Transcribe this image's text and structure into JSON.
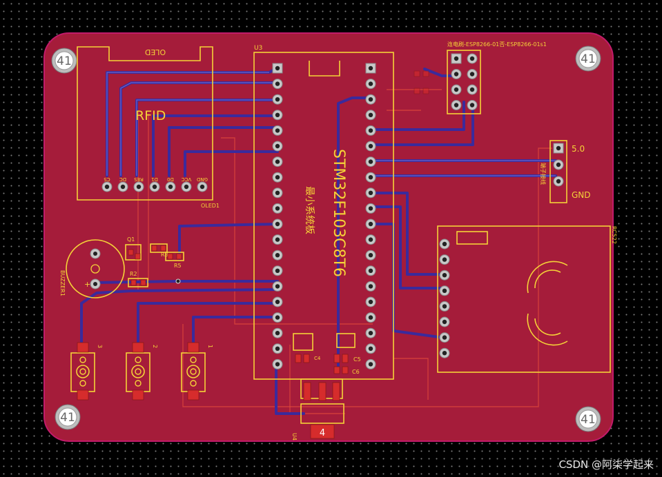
{
  "board": {
    "outline_color": "#c21a6a",
    "copper_color": "#a51c3a",
    "silk_color": "#f5d338",
    "mount_hole_label": "41"
  },
  "oled": {
    "label_top": "OLED",
    "label_bottom": "OLED1",
    "rfid_text": "RFID",
    "pins": [
      "CS",
      "DC",
      "RES",
      "D1",
      "D0",
      "VCC",
      "GND"
    ]
  },
  "mcu": {
    "designator": "U3",
    "chip_name": "STM32F103C8T6",
    "subtitle": "最小系统板"
  },
  "esp": {
    "title": "连电刷-ESP8266-01否-ESP8266-01s1"
  },
  "power": {
    "v_label": "5.0",
    "gnd_label": "GND",
    "note": "端子接线"
  },
  "rc522": {
    "label": "RC522"
  },
  "buzzer": {
    "label": "BUZZER1",
    "plus": "+"
  },
  "parts": {
    "q1": "Q1",
    "r3": "R3",
    "r5": "R5",
    "r2": "R2",
    "c5": "C5",
    "c6": "C6",
    "c4": "C4",
    "u4": "U4",
    "reg_value": "4"
  },
  "buttons": [
    "3",
    "2",
    "1"
  ],
  "watermark": "CSDN @阿柒学起来"
}
